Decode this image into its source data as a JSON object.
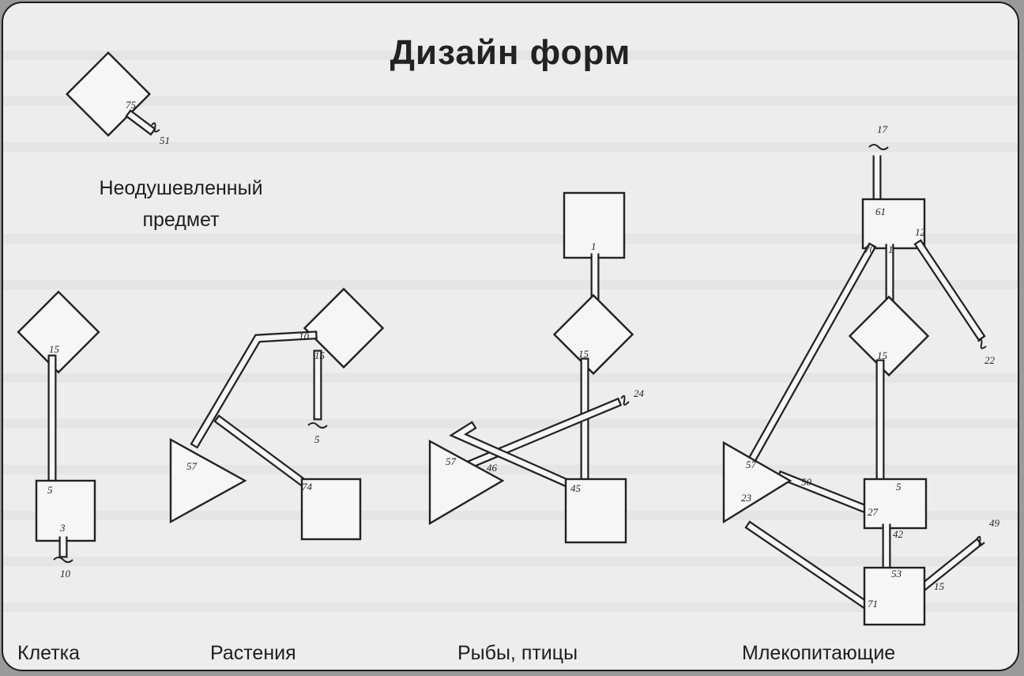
{
  "title": "Дизайн форм",
  "labels": {
    "inanimate_line1": "Неодушевленный",
    "inanimate_line2": "предмет",
    "cell": "Клетка",
    "plants": "Растения",
    "fish_birds": "Рыбы, птицы",
    "mammals": "Млекопитающие"
  },
  "numbers": {
    "inanimate": [
      "75",
      "51"
    ],
    "cell": [
      "15",
      "5",
      "3",
      "10"
    ],
    "plants": [
      "10",
      "15",
      "5",
      "57",
      "74"
    ],
    "fish": [
      "1",
      "15",
      "24",
      "57",
      "46",
      "45"
    ],
    "mammals": [
      "17",
      "61",
      "70",
      "1",
      "12",
      "15",
      "22",
      "57",
      "50",
      "5",
      "23",
      "27",
      "42",
      "53",
      "71",
      "15",
      "49"
    ]
  },
  "colors": {
    "background": "#ededed",
    "ink": "#222222",
    "border": "#1c1c1c"
  }
}
